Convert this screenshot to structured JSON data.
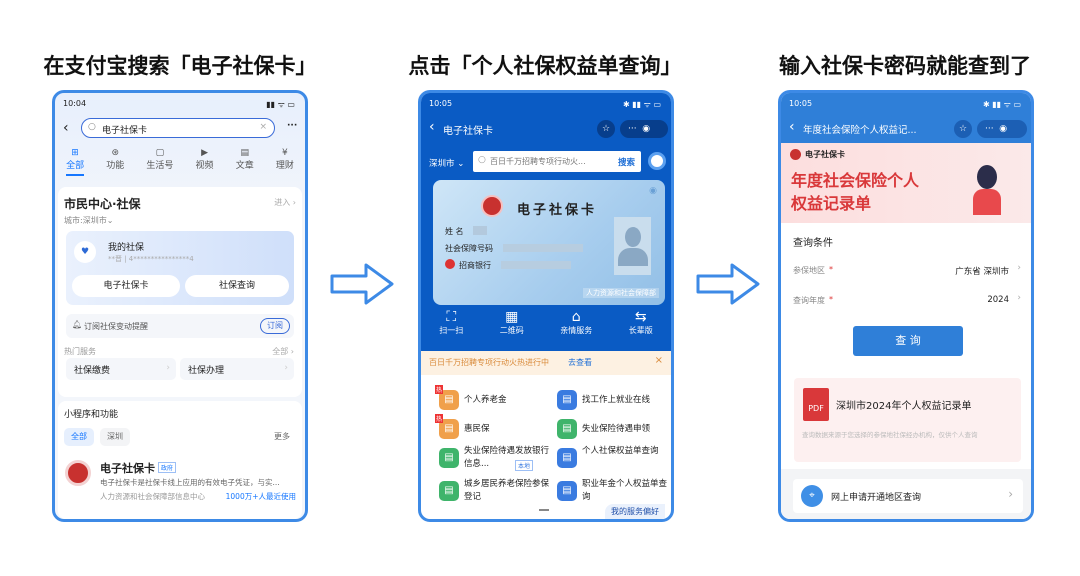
{
  "steps": [
    {
      "heading": "在支付宝搜索「电子社保卡」"
    },
    {
      "heading": "点击「个人社保权益单查询」"
    },
    {
      "heading": "输入社保卡密码就能查到了"
    }
  ],
  "colors": {
    "frame": "#3d8ae6",
    "alipay_blue": "#1677ff",
    "ecard_blue": "#0a5bc4",
    "banner_red": "#d9383a"
  },
  "phone1": {
    "time": "10:04",
    "search_value": "电子社保卡",
    "more": "···",
    "tabs": [
      {
        "label": "全部",
        "icon": "grid-icon"
      },
      {
        "label": "功能",
        "icon": "function-icon"
      },
      {
        "label": "生活号",
        "icon": "life-icon"
      },
      {
        "label": "视频",
        "icon": "video-icon"
      },
      {
        "label": "文章",
        "icon": "article-icon"
      },
      {
        "label": "理财",
        "icon": "finance-icon"
      }
    ],
    "card_title": "市民中心·社保",
    "enter": "进入 ›",
    "city": "城市:深圳市⌄",
    "my_title": "我的社保",
    "my_masked": "**晋 | 4****************4",
    "btn_ecard": "电子社保卡",
    "btn_query": "社保查询",
    "subscribe_text": "订阅社保变动提醒",
    "subscribe_btn": "订阅",
    "hot_label": "热门服务",
    "hot_all": "全部 ›",
    "hot_items": [
      "社保缴费",
      "社保办理"
    ],
    "mini_title": "小程序和功能",
    "chips": [
      "全部",
      "深圳"
    ],
    "more_label": "更多",
    "result_title": "电子社保卡",
    "result_badge": "政府",
    "result_desc": "电子社保卡是社保卡线上应用的有效电子凭证，与实...",
    "result_org": "人力资源和社会保障部信息中心",
    "result_users": "1000万+人最近使用"
  },
  "phone2": {
    "time": "10:05",
    "title": "电子社保卡",
    "city": "深圳市 ⌄",
    "search_placeholder": "百日千万招聘专项行动火...",
    "search_btn": "搜索",
    "card_title": "电子社保卡",
    "name_label": "姓 名",
    "ssn_label": "社会保障号码",
    "bank": "招商银行",
    "card_footer": "人力资源和社会保障部",
    "quick": [
      {
        "label": "扫一扫",
        "icon": "scan-icon"
      },
      {
        "label": "二维码",
        "icon": "qrcode-icon"
      },
      {
        "label": "亲情服务",
        "icon": "family-icon"
      },
      {
        "label": "长辈版",
        "icon": "elder-icon"
      }
    ],
    "banner_text": "百日千万招聘专项行动火热进行中",
    "banner_link": "去查看",
    "services": [
      {
        "label": "个人养老金",
        "badge": "热",
        "color": "#f0a04b"
      },
      {
        "label": "找工作上就业在线",
        "color": "#3a7be0"
      },
      {
        "label": "惠民保",
        "badge": "热",
        "color": "#f0a04b"
      },
      {
        "label": "失业保险待遇申领",
        "color": "#3fb46b"
      },
      {
        "label": "失业保险待遇发放银行信息...",
        "tag": "本地",
        "color": "#3fb46b"
      },
      {
        "label": "个人社保权益单查询",
        "color": "#3a7be0"
      },
      {
        "label": "城乡居民养老保险参保登记",
        "color": "#3fb46b"
      },
      {
        "label": "职业年金个人权益单查询",
        "color": "#3a7be0"
      }
    ],
    "pref": "我的服务偏好"
  },
  "phone3": {
    "time": "10:05",
    "title": "年度社会保险个人权益记...",
    "logo_text": "电子社保卡",
    "banner_title_1": "年度社会保险个人",
    "banner_title_2": "权益记录单",
    "section": "查询条件",
    "region_label": "参保地区",
    "region_value": "广东省 深圳市",
    "year_label": "查询年度",
    "year_value": "2024",
    "required": "*",
    "query_btn": "查 询",
    "pdf_icon": "PDF",
    "pdf_title": "深圳市2024年个人权益记录单",
    "pdf_note": "查询数据来源于您选择的参保地社保经办机构，仅供个人查询",
    "apply": "网上申请开通地区查询"
  }
}
